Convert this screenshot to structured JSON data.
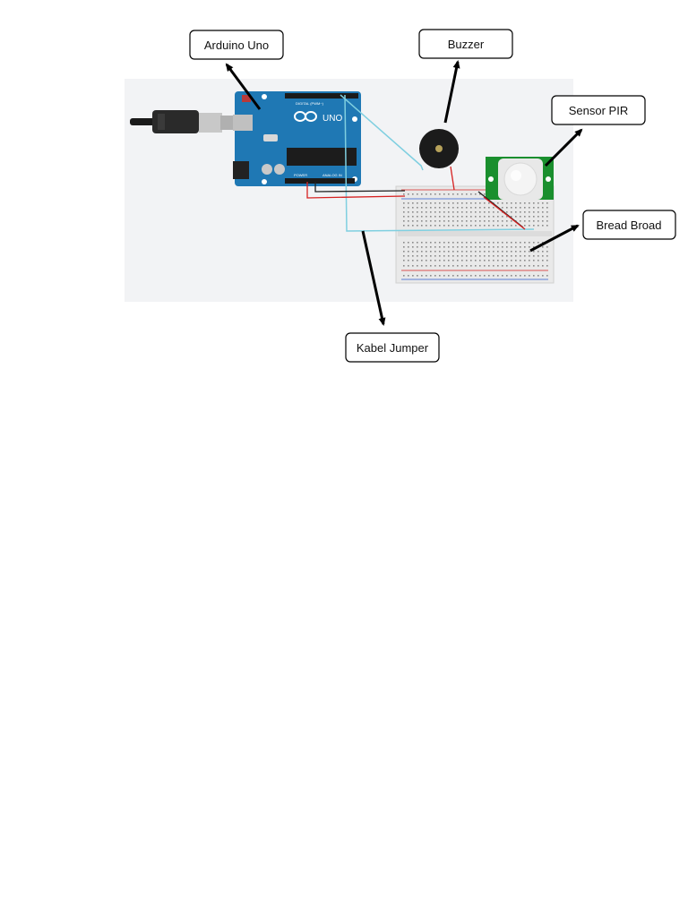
{
  "labels": {
    "arduino": "Arduino Uno",
    "buzzer": "Buzzer",
    "pir": "Sensor PIR",
    "breadboard": "Bread Broad",
    "jumper": "Kabel Jumper"
  },
  "board_markings": {
    "uno": "UNO",
    "digital": "DIGITAL (PWM~)",
    "power": "POWER",
    "analog": "ANALOG IN"
  },
  "colors": {
    "canvas": "#f2f3f5",
    "arduino_board": "#1f78b4",
    "breadboard": "#e9e9e9",
    "pir_board": "#1a8f2e",
    "wire_cyan": "#7fcfe0",
    "wire_red": "#d62020",
    "wire_black": "#222222",
    "buzzer": "#1b1b1b"
  },
  "icons": {
    "usb_cable": "usb-cable-icon",
    "arduino": "arduino-board-icon",
    "buzzer": "buzzer-icon",
    "pir": "pir-sensor-icon",
    "breadboard": "breadboard-icon"
  }
}
